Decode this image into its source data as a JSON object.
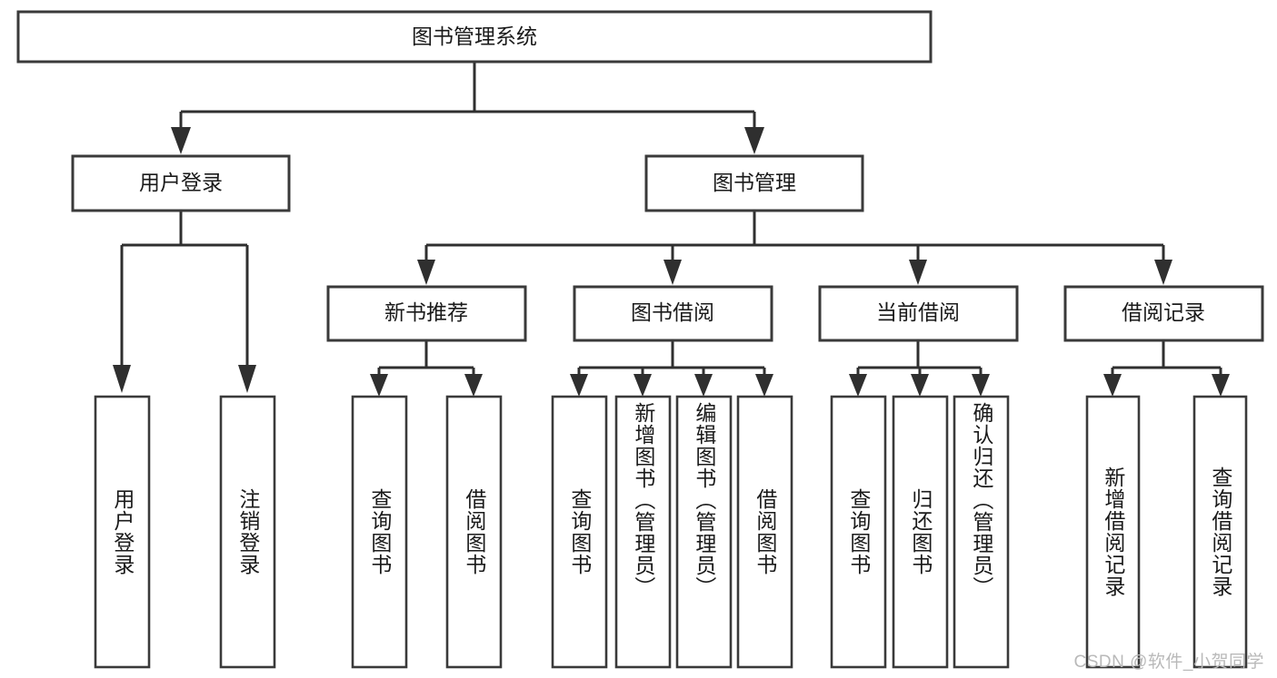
{
  "diagram": {
    "type": "tree",
    "title": "图书管理系统",
    "orientation": "top-down",
    "watermark": "CSDN @软件_小贺同学",
    "colors": {
      "box_stroke": "#3a3a3a",
      "connector": "#2f2f2f",
      "background": "#ffffff",
      "text": "#1a1a1a",
      "watermark": "#b9b9b9"
    },
    "root": {
      "label": "图书管理系统"
    },
    "level2": [
      {
        "label": "用户登录"
      },
      {
        "label": "图书管理"
      }
    ],
    "level3": [
      {
        "label": "新书推荐"
      },
      {
        "label": "图书借阅"
      },
      {
        "label": "当前借阅"
      },
      {
        "label": "借阅记录"
      }
    ],
    "leaves": {
      "user_login": [
        {
          "label": "用户登录"
        },
        {
          "label": "注销登录"
        }
      ],
      "new_book_recommend": [
        {
          "label": "查询图书"
        },
        {
          "label": "借阅图书"
        }
      ],
      "book_borrow": [
        {
          "label": "查询图书"
        },
        {
          "label": "新增图书（管理员）"
        },
        {
          "label": "编辑图书（管理员）"
        },
        {
          "label": "借阅图书"
        }
      ],
      "current_borrow": [
        {
          "label": "查询图书"
        },
        {
          "label": "归还图书"
        },
        {
          "label": "确认归还（管理员）"
        }
      ],
      "borrow_record": [
        {
          "label": "新增借阅记录"
        },
        {
          "label": "查询借阅记录"
        }
      ]
    }
  }
}
